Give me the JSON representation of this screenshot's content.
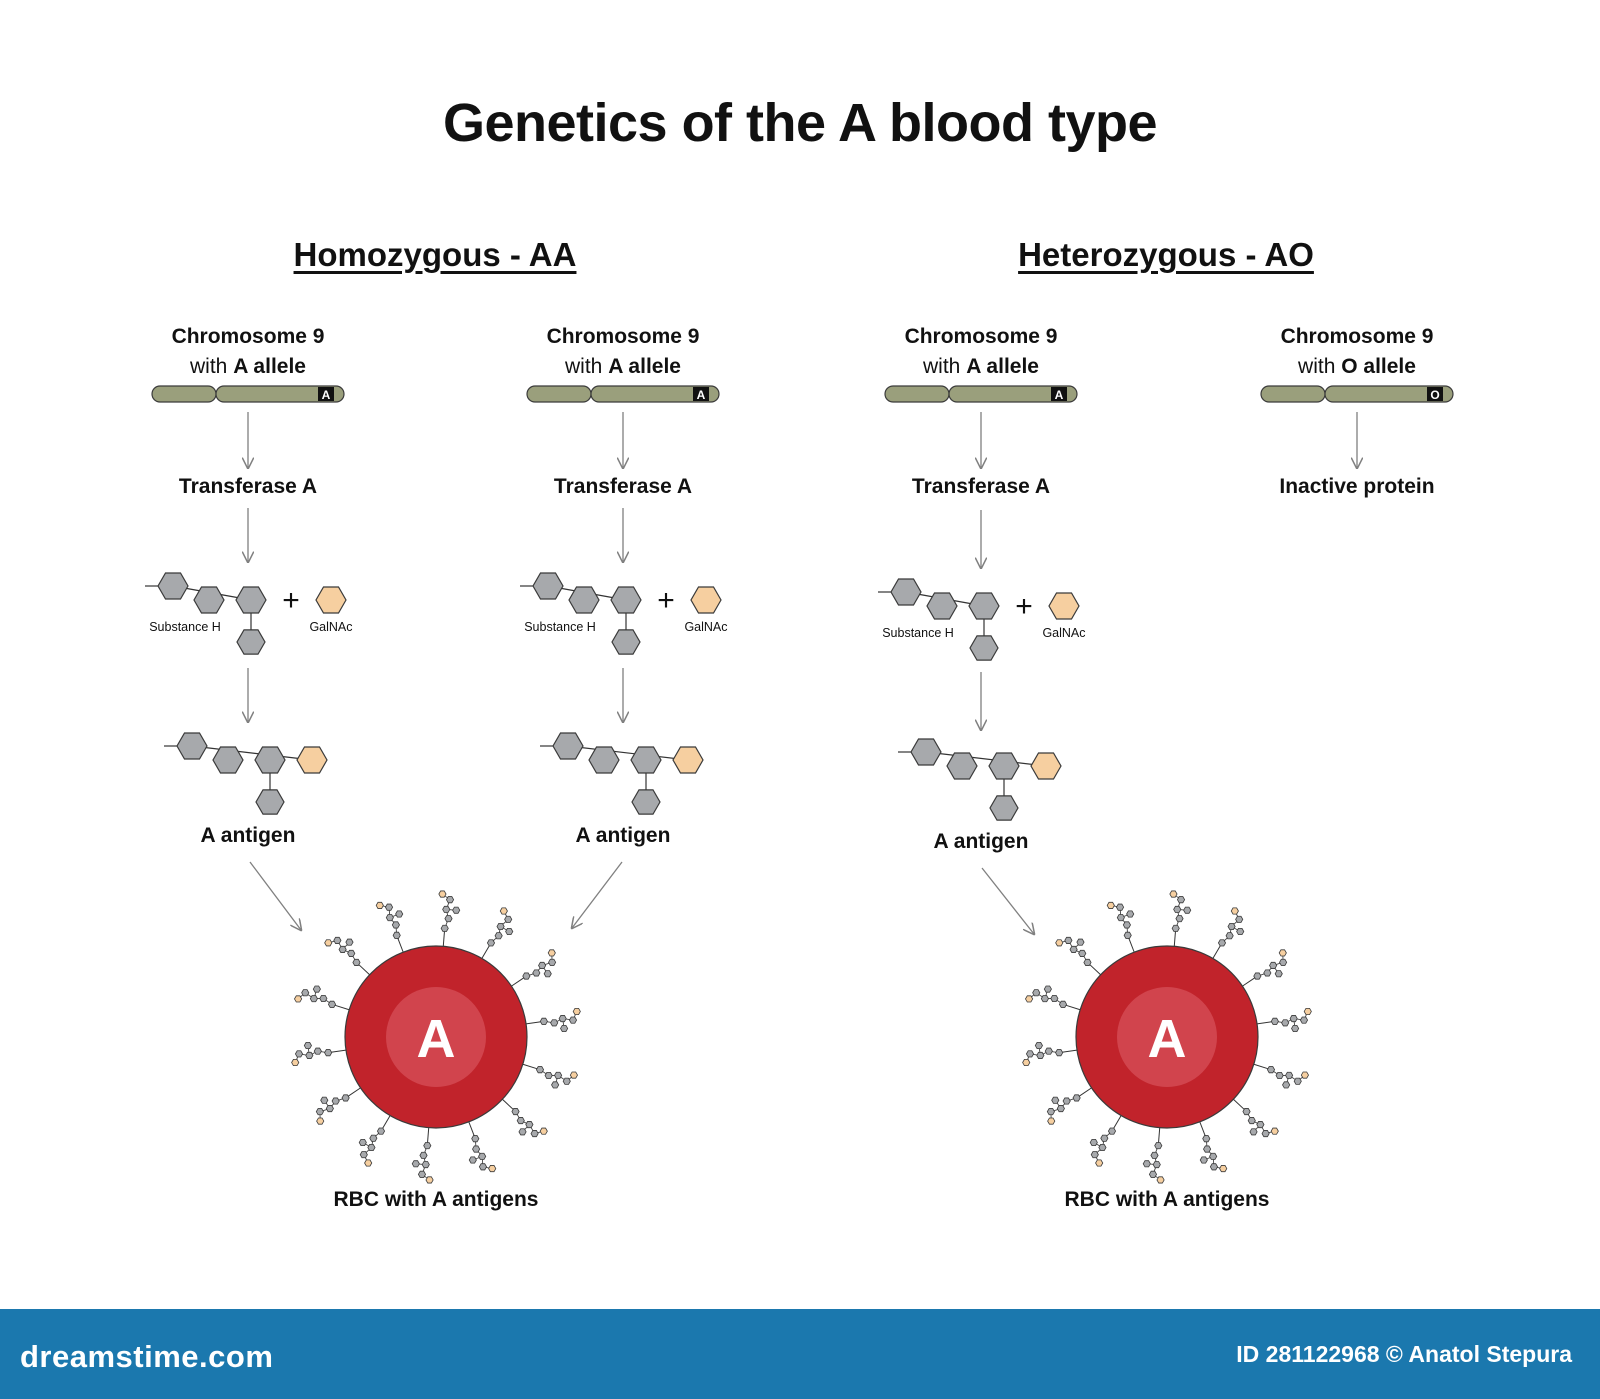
{
  "title": "Genetics of the A blood type",
  "panels": [
    {
      "heading": "Homozygous - AA",
      "columns": [
        {
          "chromosome": "Chromosome 9",
          "allele_prefix": "with ",
          "allele_text": "A allele",
          "allele_letter": "A",
          "product": "Transferase A",
          "substance_label": "Substance H",
          "sugar_label": "GalNAc",
          "antigen_label": "A antigen"
        },
        {
          "chromosome": "Chromosome 9",
          "allele_prefix": "with ",
          "allele_text": "A allele",
          "allele_letter": "A",
          "product": "Transferase A",
          "substance_label": "Substance H",
          "sugar_label": "GalNAc",
          "antigen_label": "A antigen"
        }
      ],
      "rbc": {
        "letter": "A",
        "label": "RBC with A antigens"
      }
    },
    {
      "heading": "Heterozygous - AO",
      "columns": [
        {
          "chromosome": "Chromosome 9",
          "allele_prefix": "with ",
          "allele_text": "A allele",
          "allele_letter": "A",
          "product": "Transferase A",
          "substance_label": "Substance H",
          "sugar_label": "GalNAc",
          "antigen_label": "A antigen"
        },
        {
          "chromosome": "Chromosome 9",
          "allele_prefix": "with ",
          "allele_text": "O allele",
          "allele_letter": "O",
          "product": "Inactive protein"
        }
      ],
      "rbc": {
        "letter": "A",
        "label": "RBC with A antigens"
      }
    }
  ],
  "plus_sign": "+",
  "footer": {
    "brand": "dreamstime.com",
    "credit": "ID 281122968 © Anatol Stepura"
  },
  "colors": {
    "chromosome": "#9a9f7c",
    "sugar_gray": "#a7a9ac",
    "galnac": "#f6cfa0",
    "rbc": "#c1232b",
    "rbc_highlight": "#d55059",
    "arrow": "#808080",
    "footer": "#1b78ae"
  }
}
